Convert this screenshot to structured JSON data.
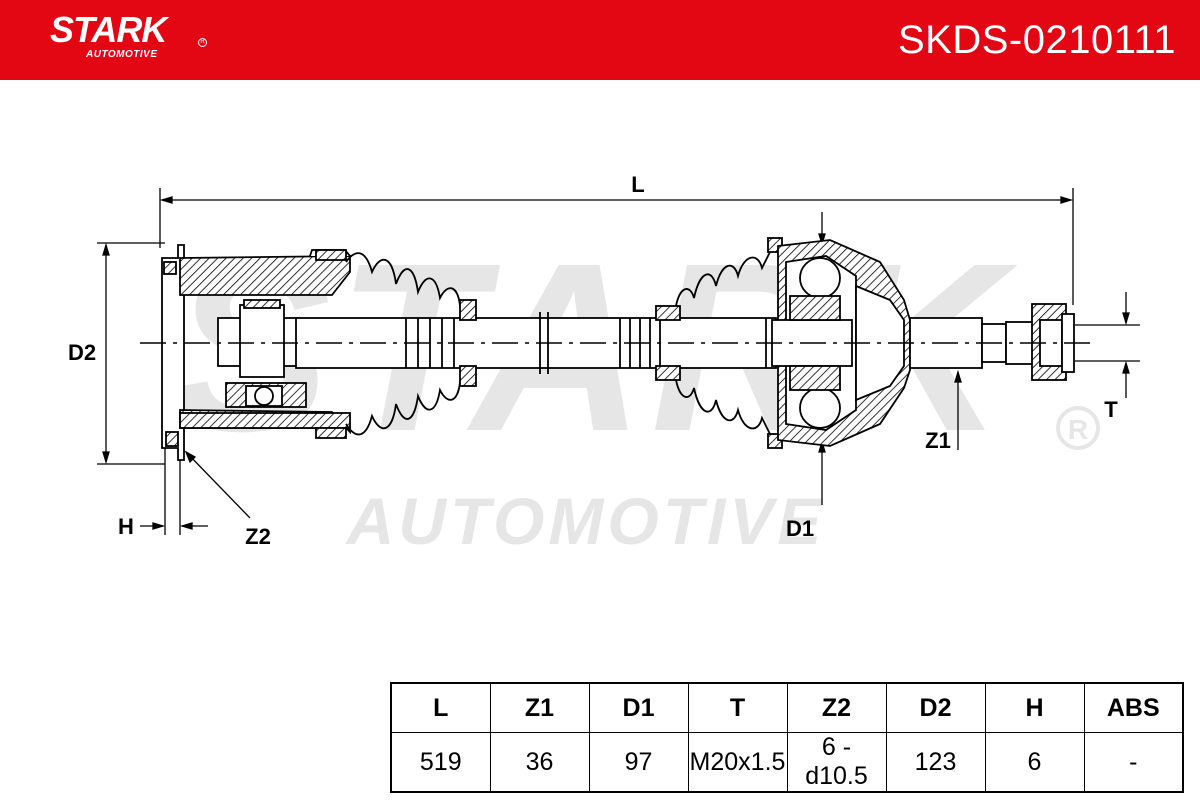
{
  "header": {
    "logo_main": "STARK",
    "logo_sub": "AUTOMOTIVE",
    "part_number": "SKDS-0210111",
    "brand_color": "#e30613"
  },
  "watermark": {
    "line1": "STARK",
    "line2": "AUTOMOTIVE",
    "reg": "®"
  },
  "diagram": {
    "labels": {
      "L": "L",
      "D2": "D2",
      "H": "H",
      "Z2": "Z2",
      "D1": "D1",
      "Z1": "Z1",
      "T": "T"
    }
  },
  "spec_table": {
    "headers": [
      "L",
      "Z1",
      "D1",
      "T",
      "Z2",
      "D2",
      "H",
      "ABS"
    ],
    "values": [
      "519",
      "36",
      "97",
      "M20x1.5",
      "6 - d10.5",
      "123",
      "6",
      "-"
    ]
  }
}
